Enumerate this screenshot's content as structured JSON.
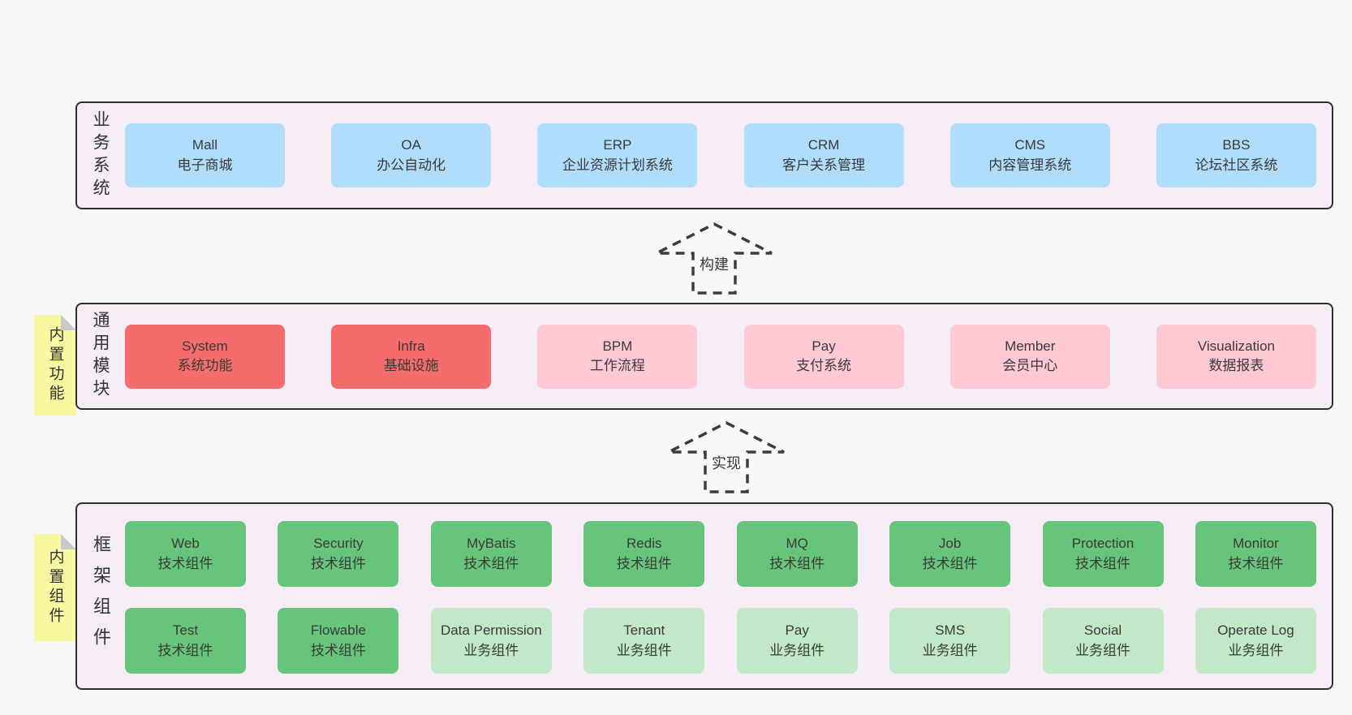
{
  "colors": {
    "page_bg": "#f8f8f8",
    "panel_bg": "#f6ecf5",
    "panel_border": "#2f2f2f",
    "blue_box": "#b0ddfb",
    "red_box": "#f56c6c",
    "pink_box": "#fec9d3",
    "green_box": "#67c57b",
    "green_light_box": "#c2e8c8",
    "note_yellow": "#f9f9a1",
    "note_fold_gray": "#c9c9c9",
    "text": "#3a3a3a"
  },
  "arrows": [
    {
      "label": "构建"
    },
    {
      "label": "实现"
    }
  ],
  "sections": {
    "business": {
      "label": "业务系统",
      "items": [
        {
          "en": "Mall",
          "zh": "电子商城"
        },
        {
          "en": "OA",
          "zh": "办公自动化"
        },
        {
          "en": "ERP",
          "zh": "企业资源计划系统"
        },
        {
          "en": "CRM",
          "zh": "客户关系管理"
        },
        {
          "en": "CMS",
          "zh": "内容管理系统"
        },
        {
          "en": "BBS",
          "zh": "论坛社区系统"
        }
      ]
    },
    "modules": {
      "label": "通用模块",
      "note": "内置功能",
      "items": [
        {
          "en": "System",
          "zh": "系统功能"
        },
        {
          "en": "Infra",
          "zh": "基础设施"
        },
        {
          "en": "BPM",
          "zh": "工作流程"
        },
        {
          "en": "Pay",
          "zh": "支付系统"
        },
        {
          "en": "Member",
          "zh": "会员中心"
        },
        {
          "en": "Visualization",
          "zh": "数据报表"
        }
      ]
    },
    "components": {
      "label": "框架组件",
      "note": "内置组件",
      "row1": [
        {
          "en": "Web",
          "zh": "技术组件"
        },
        {
          "en": "Security",
          "zh": "技术组件"
        },
        {
          "en": "MyBatis",
          "zh": "技术组件"
        },
        {
          "en": "Redis",
          "zh": "技术组件"
        },
        {
          "en": "MQ",
          "zh": "技术组件"
        },
        {
          "en": "Job",
          "zh": "技术组件"
        },
        {
          "en": "Protection",
          "zh": "技术组件"
        },
        {
          "en": "Monitor",
          "zh": "技术组件"
        }
      ],
      "row2": [
        {
          "en": "Test",
          "zh": "技术组件"
        },
        {
          "en": "Flowable",
          "zh": "技术组件"
        },
        {
          "en": "Data Permission",
          "zh": "业务组件"
        },
        {
          "en": "Tenant",
          "zh": "业务组件"
        },
        {
          "en": "Pay",
          "zh": "业务组件"
        },
        {
          "en": "SMS",
          "zh": "业务组件"
        },
        {
          "en": "Social",
          "zh": "业务组件"
        },
        {
          "en": "Operate Log",
          "zh": "业务组件"
        }
      ]
    }
  }
}
